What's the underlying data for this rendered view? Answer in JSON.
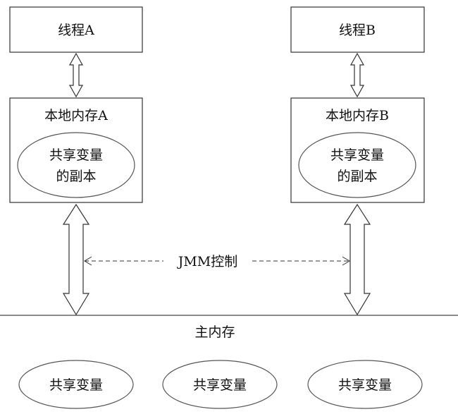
{
  "thread_a": {
    "label": "线程A"
  },
  "thread_b": {
    "label": "线程B"
  },
  "local_memory_a": {
    "title": "本地内存A",
    "copy_line1": "共享变量",
    "copy_line2": "的副本"
  },
  "local_memory_b": {
    "title": "本地内存B",
    "copy_line1": "共享变量",
    "copy_line2": "的副本"
  },
  "jmm_control": {
    "label": "JMM控制"
  },
  "main_memory": {
    "title": "主内存",
    "shared_variables": [
      "共享变量",
      "共享变量",
      "共享变量"
    ]
  }
}
